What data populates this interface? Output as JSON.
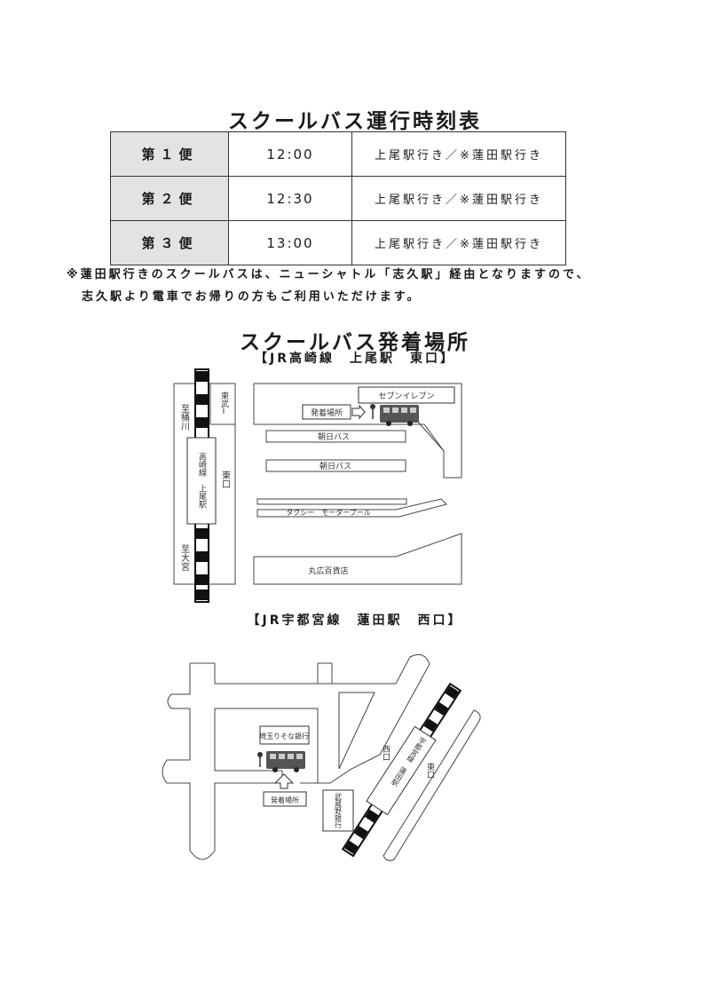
{
  "schedule": {
    "title": "スクールバス運行時刻表",
    "rows": [
      {
        "trip": "第１便",
        "time": "12:00",
        "dest": "上尾駅行き／※蓮田駅行き"
      },
      {
        "trip": "第２便",
        "time": "12:30",
        "dest": "上尾駅行き／※蓮田駅行き"
      },
      {
        "trip": "第３便",
        "time": "13:00",
        "dest": "上尾駅行き／※蓮田駅行き"
      }
    ],
    "note_line1": "※蓮田駅行きのスクールバスは、ニューシャトル「志久駅」経由となりますので、",
    "note_line2": "志久駅より電車でお帰りの方もご利用いただけます。"
  },
  "stops": {
    "title": "スクールバス発着場所",
    "map1": {
      "heading": "【JR高崎線　上尾駅　東口】",
      "to_okegawa": "至桶川",
      "to_omiya": "至大宮",
      "station": "高崎線　上尾駅",
      "tobu": "東武Ⅰ",
      "east_exit": "東口",
      "seven_eleven": "セブンイレブン",
      "stop_label": "発着場所",
      "asahi_bus_1": "朝日バス",
      "asahi_bus_2": "朝日バス",
      "taxi_pool": "タクシー　モータープール",
      "dept_store": "丸広百貨店"
    },
    "map2": {
      "heading": "【JR宇都宮線　蓮田駅　西口】",
      "bank": "埼玉りそな銀行",
      "stop_label": "発着場所",
      "musashino_bank": "武蔵野銀行",
      "station": "宇都宮線　蓮田駅",
      "west_exit": "西口",
      "east_exit": "東口"
    }
  }
}
